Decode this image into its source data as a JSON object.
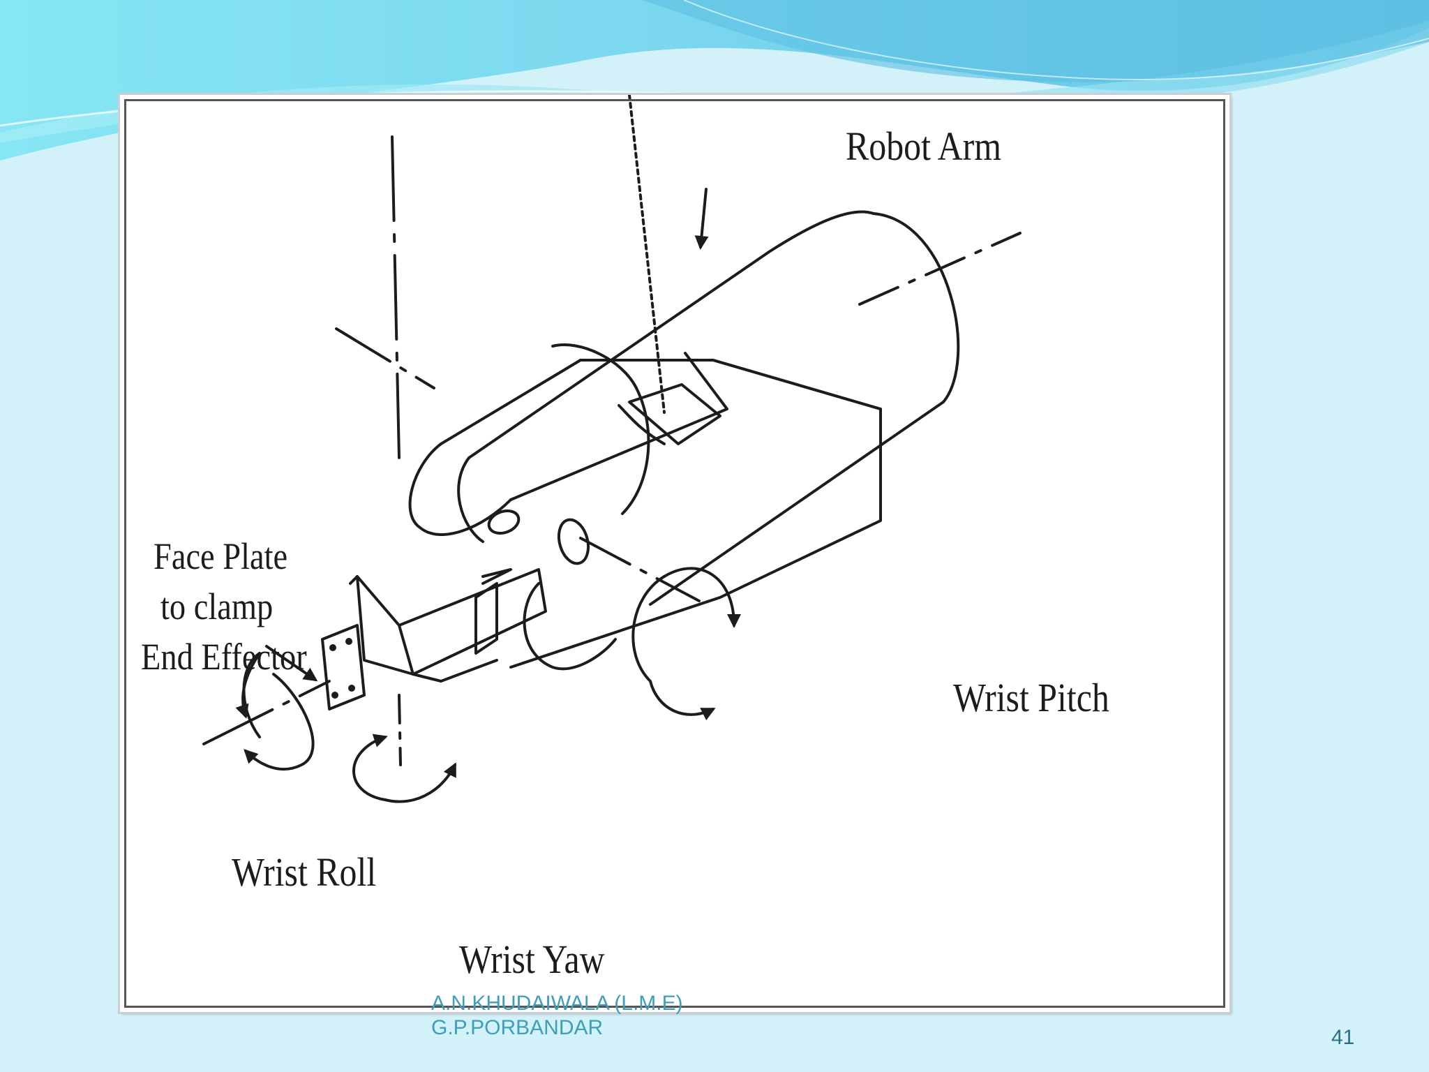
{
  "theme": {
    "background": "#d3f1f8",
    "wave_dark": "#5fc7e0",
    "wave_light": "#8fe3f2",
    "footer_color": "#3f9eb8"
  },
  "diagram": {
    "labels": {
      "robot_arm": "Robot Arm",
      "face_plate_line1": "Face Plate",
      "face_plate_line2": "to clamp",
      "face_plate_line3": "End Effector",
      "wrist_pitch": "Wrist Pitch",
      "wrist_roll": "Wrist Roll",
      "wrist_yaw": "Wrist Yaw"
    }
  },
  "footer": {
    "author_line1": "A.N.KHUDAIWALA  (L.M.E)",
    "author_line2": "G.P.PORBANDAR",
    "page_number": "41"
  }
}
